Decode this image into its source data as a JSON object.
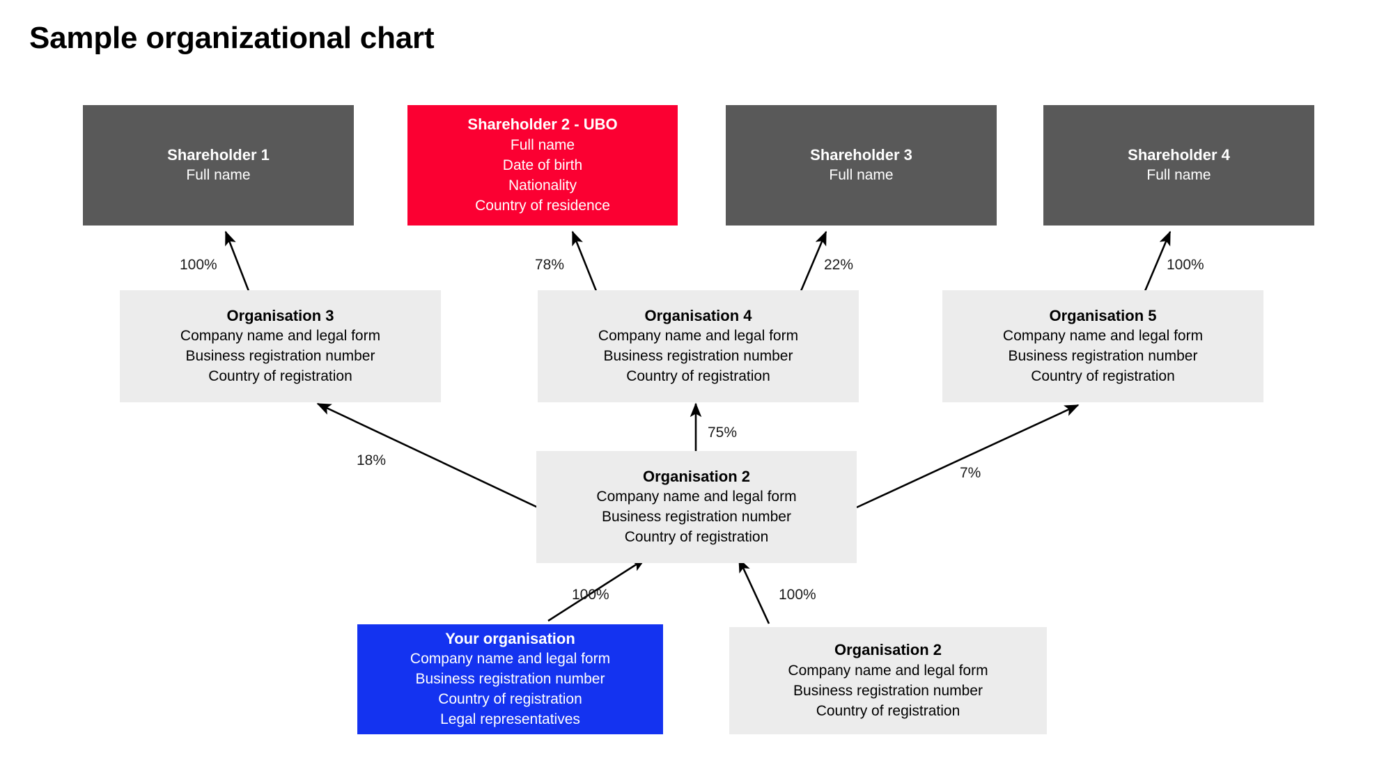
{
  "page": {
    "title": "Sample organizational chart",
    "background": "#ffffff"
  },
  "colors": {
    "shareholder_box": "#595959",
    "ubo_box": "#fb0032",
    "organisation_box": "#ececec",
    "your_organisation_box": "#1433f0",
    "arrow": "#000000",
    "text_dark": "#000000",
    "text_light": "#ffffff"
  },
  "chart_data": {
    "type": "diagram",
    "title": "Sample organizational chart",
    "nodes": [
      {
        "id": "shareholder1",
        "title": "Shareholder 1",
        "lines": [
          "Full name"
        ],
        "kind": "shareholder",
        "color": "#595959"
      },
      {
        "id": "shareholder2",
        "title": "Shareholder 2 - UBO",
        "lines": [
          "Full name",
          "Date of birth",
          "Nationality",
          "Country of residence"
        ],
        "kind": "ubo",
        "color": "#fb0032"
      },
      {
        "id": "shareholder3",
        "title": "Shareholder 3",
        "lines": [
          "Full name"
        ],
        "kind": "shareholder",
        "color": "#595959"
      },
      {
        "id": "shareholder4",
        "title": "Shareholder 4",
        "lines": [
          "Full name"
        ],
        "kind": "shareholder",
        "color": "#595959"
      },
      {
        "id": "organisation3",
        "title": "Organisation 3",
        "lines": [
          "Company name and legal form",
          "Business registration number",
          "Country of registration"
        ],
        "kind": "organisation",
        "color": "#ececec"
      },
      {
        "id": "organisation4",
        "title": "Organisation 4",
        "lines": [
          "Company name and legal form",
          "Business registration number",
          "Country of registration"
        ],
        "kind": "organisation",
        "color": "#ececec"
      },
      {
        "id": "organisation5",
        "title": "Organisation 5",
        "lines": [
          "Company name and legal form",
          "Business registration number",
          "Country of registration"
        ],
        "kind": "organisation",
        "color": "#ececec"
      },
      {
        "id": "organisation2_mid",
        "title": "Organisation 2",
        "lines": [
          "Company name and legal form",
          "Business registration number",
          "Country of registration"
        ],
        "kind": "organisation",
        "color": "#ececec"
      },
      {
        "id": "your_organisation",
        "title": "Your organisation",
        "lines": [
          "Company name and legal form",
          "Business registration number",
          "Country of registration",
          "Legal representatives"
        ],
        "kind": "self",
        "color": "#1433f0"
      },
      {
        "id": "organisation2_bottom",
        "title": "Organisation 2",
        "lines": [
          "Company name and legal form",
          "Business registration number",
          "Country of registration"
        ],
        "kind": "organisation",
        "color": "#ececec"
      }
    ],
    "edges": [
      {
        "from": "organisation3",
        "to": "shareholder1",
        "label": "100%"
      },
      {
        "from": "organisation4",
        "to": "shareholder2",
        "label": "78%"
      },
      {
        "from": "organisation4",
        "to": "shareholder3",
        "label": "22%"
      },
      {
        "from": "organisation5",
        "to": "shareholder4",
        "label": "100%"
      },
      {
        "from": "organisation2_mid",
        "to": "organisation3",
        "label": "18%"
      },
      {
        "from": "organisation2_mid",
        "to": "organisation4",
        "label": "75%"
      },
      {
        "from": "organisation2_mid",
        "to": "organisation5",
        "label": "7%"
      },
      {
        "from": "your_organisation",
        "to": "organisation2_mid",
        "label": "100%"
      },
      {
        "from": "organisation2_bottom",
        "to": "organisation2_mid",
        "label": "100%"
      }
    ],
    "edge_labels": [
      "100%",
      "78%",
      "22%",
      "100%",
      "18%",
      "75%",
      "7%",
      "100%",
      "100%"
    ]
  }
}
